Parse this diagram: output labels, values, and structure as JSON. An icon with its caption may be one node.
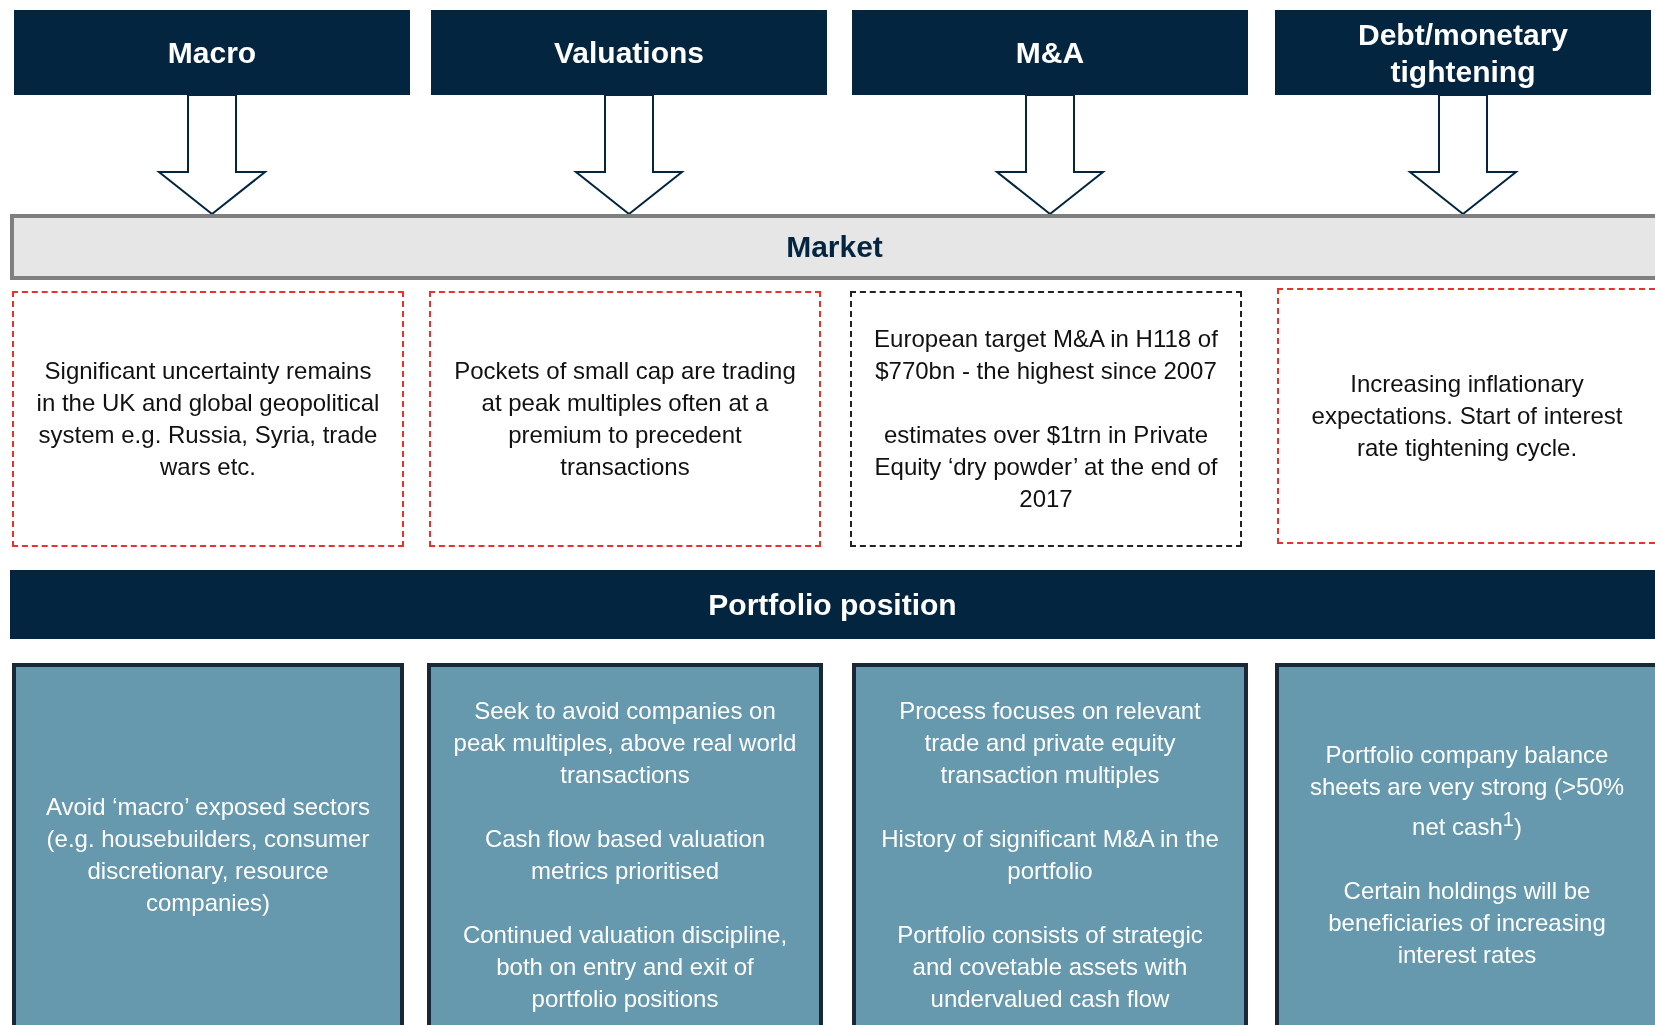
{
  "diagram": {
    "nodes": [
      {
        "text": [
          "Macro"
        ]
      },
      {
        "text": [
          "Valuations"
        ]
      },
      {
        "text": [
          "M&A"
        ]
      },
      {
        "text": [
          "Debt/monetary tightening"
        ]
      },
      {
        "text": [
          "Market"
        ]
      },
      {
        "text": [
          "Significant uncertainty remains in the UK and global geopolitical system e.g. Russia, Syria, trade wars etc."
        ]
      },
      {
        "text": [
          "Pockets of small cap are trading at peak multiples often at a premium to precedent transactions"
        ]
      },
      {
        "text": [
          "European target M&A in H118 of $770bn - the highest since 2007",
          "estimates over $1trn in Private Equity ‘dry powder’ at the end of 2017"
        ]
      },
      {
        "text": [
          "Increasing inflationary expectations. Start of interest rate tightening cycle."
        ]
      },
      {
        "text": [
          "Portfolio position"
        ]
      },
      {
        "text": [
          "Avoid ‘macro’ exposed sectors (e.g. housebuilders, consumer discretionary, resource companies)"
        ]
      },
      {
        "text": [
          "Seek to avoid companies on peak multiples, above real world transactions",
          "Cash flow based valuation metrics prioritised",
          "Continued valuation discipline, both on entry and exit of portfolio positions"
        ]
      },
      {
        "text": [
          "Process focuses on relevant trade and private equity transaction multiples",
          "History of significant M&A in the portfolio",
          "Portfolio consists of strategic and covetable assets with undervalued cash flow"
        ]
      },
      {
        "text": [
          "Portfolio company balance sheets are very strong (>50% net cash$^{1}$)",
          "Certain holdings will be beneficiaries of increasing interest rates"
        ]
      }
    ],
    "edges": [
      {
        "from": 0,
        "to": 4,
        "arrow": "to"
      },
      {
        "from": 1,
        "to": 4,
        "arrow": "to"
      },
      {
        "from": 2,
        "to": 4,
        "arrow": "to"
      },
      {
        "from": 3,
        "to": 4,
        "arrow": "to"
      }
    ]
  }
}
